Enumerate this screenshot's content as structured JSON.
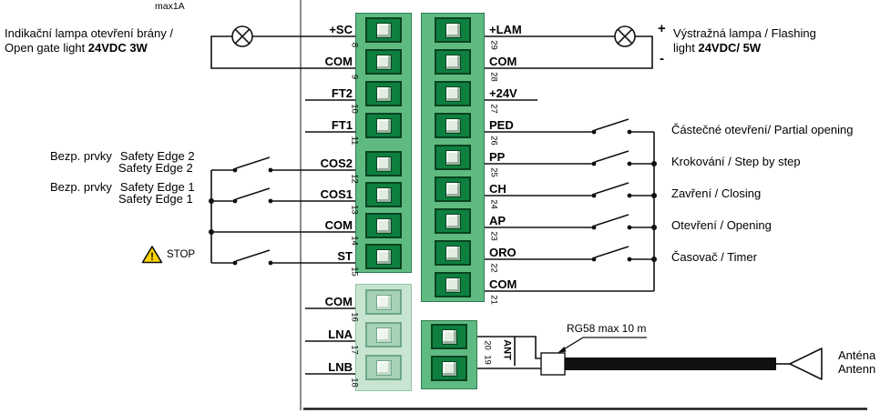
{
  "notes": {
    "max_current": "max1A",
    "open_gate": {
      "line1": "Indikační lampa otevření brány /",
      "line2_text": "Open gate light ",
      "line2_bold": "24VDC 3W"
    },
    "flashing": {
      "line1": "Výstražná lampa / Flashing",
      "line2_text": "light ",
      "line2_bold": "24VDC/ 5W",
      "plus": "+",
      "minus": "-"
    },
    "safety_edge2": {
      "prefix": "Bezp. prvky",
      "name": "Safety Edge 2",
      "name_en": "Safety Edge 2"
    },
    "safety_edge1": {
      "prefix": "Bezp. prvky",
      "name": "Safety Edge 1",
      "name_en": "Safety Edge 1"
    },
    "stop": {
      "label": "STOP",
      "mark": "!"
    }
  },
  "left_block": {
    "terminals": [
      {
        "label": "+SC",
        "pin": "8"
      },
      {
        "label": "COM",
        "pin": "9"
      },
      {
        "label": "FT2",
        "pin": "10"
      },
      {
        "label": "FT1",
        "pin": "11"
      },
      {
        "label": "COS2",
        "pin": "12"
      },
      {
        "label": "COS1",
        "pin": "13"
      },
      {
        "label": "COM",
        "pin": "14"
      },
      {
        "label": "ST",
        "pin": "15"
      }
    ]
  },
  "power_block": {
    "terminals": [
      {
        "label": "COM",
        "pin": "16"
      },
      {
        "label": "LNA",
        "pin": "17"
      },
      {
        "label": "LNB",
        "pin": "18"
      }
    ]
  },
  "right_block": {
    "terminals": [
      {
        "label": "+LAM",
        "pin": "29"
      },
      {
        "label": "COM",
        "pin": "28"
      },
      {
        "label": "+24V",
        "pin": "27"
      },
      {
        "label": "PED",
        "pin": "26"
      },
      {
        "label": "PP",
        "pin": "25"
      },
      {
        "label": "CH",
        "pin": "24"
      },
      {
        "label": "AP",
        "pin": "23"
      },
      {
        "label": "ORO",
        "pin": "22"
      },
      {
        "label": "COM",
        "pin": "21"
      }
    ]
  },
  "antenna": {
    "label": "ANT",
    "pin_signal": "20",
    "pin_shield": "19",
    "cable_note": "RG58 max 10 m",
    "name_line1": "Anténa",
    "name_line2": "Antenn"
  },
  "functions": {
    "ped": "Částečné otevření/ Partial opening",
    "pp": "Krokování / Step by step",
    "ch": "Zavření / Closing",
    "ap": "Otevření / Opening",
    "oro": "Časovač / Timer"
  },
  "colors": {
    "block_green": "#5fba82",
    "block_green_dark": "#0d8040",
    "block_border": "#2e7d52",
    "block_faded": "#c8e5d1",
    "connector_core": "#e3ece1",
    "warning_yellow": "#ffd400"
  }
}
